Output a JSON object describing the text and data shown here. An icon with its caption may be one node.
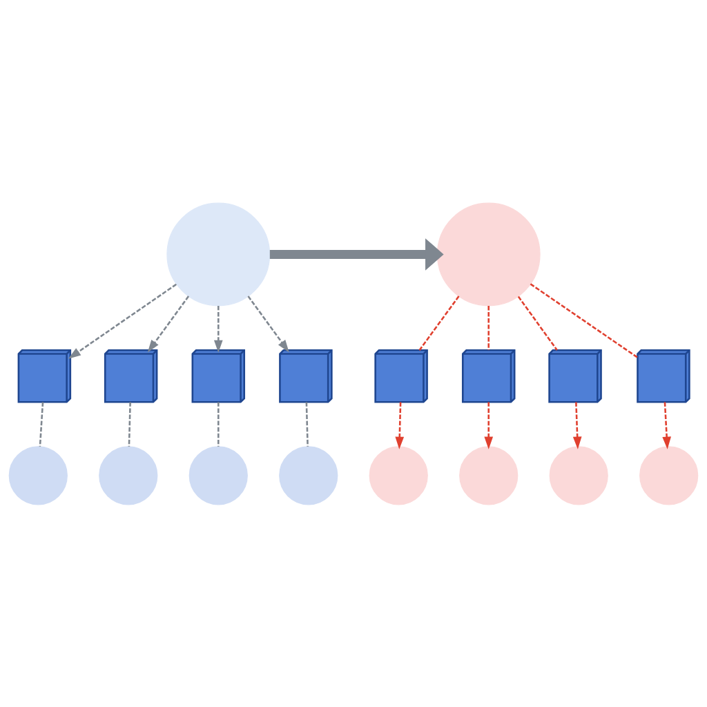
{
  "diagram": {
    "nodes": [
      {
        "text": [],
        "shape": "circle"
      },
      {
        "text": [],
        "shape": "cube"
      },
      {
        "text": [],
        "shape": "cube"
      },
      {
        "text": [],
        "shape": "cube"
      },
      {
        "text": [],
        "shape": "cube"
      },
      {
        "text": [],
        "shape": "person"
      },
      {
        "text": [],
        "shape": "person"
      },
      {
        "text": [],
        "shape": "person"
      },
      {
        "text": [],
        "shape": "person"
      },
      {
        "text": [],
        "shape": "circle"
      },
      {
        "text": [],
        "shape": "cube"
      },
      {
        "text": [],
        "shape": "cube"
      },
      {
        "text": [],
        "shape": "cube"
      },
      {
        "text": [],
        "shape": "cube"
      },
      {
        "text": [],
        "shape": "person"
      },
      {
        "text": [],
        "shape": "person"
      },
      {
        "text": [],
        "shape": "person"
      },
      {
        "text": [],
        "shape": "person"
      }
    ],
    "edges": [
      {
        "from": 0,
        "to": 9,
        "arrow": "to",
        "style": "thick"
      },
      {
        "from": 0,
        "to": 1,
        "arrow": "to",
        "style": "dashed"
      },
      {
        "from": 0,
        "to": 2,
        "arrow": "to",
        "style": "dashed"
      },
      {
        "from": 0,
        "to": 3,
        "arrow": "to",
        "style": "dashed"
      },
      {
        "from": 0,
        "to": 4,
        "arrow": "to",
        "style": "dashed"
      },
      {
        "from": 1,
        "to": 5,
        "arrow": "none",
        "style": "dashed"
      },
      {
        "from": 2,
        "to": 6,
        "arrow": "none",
        "style": "dashed"
      },
      {
        "from": 3,
        "to": 7,
        "arrow": "none",
        "style": "dashed"
      },
      {
        "from": 4,
        "to": 8,
        "arrow": "none",
        "style": "dashed"
      },
      {
        "from": 9,
        "to": 10,
        "arrow": "none",
        "style": "dashed",
        "color": "#e0402f"
      },
      {
        "from": 9,
        "to": 11,
        "arrow": "none",
        "style": "dashed",
        "color": "#e0402f"
      },
      {
        "from": 9,
        "to": 12,
        "arrow": "none",
        "style": "dashed",
        "color": "#e0402f"
      },
      {
        "from": 9,
        "to": 13,
        "arrow": "none",
        "style": "dashed",
        "color": "#e0402f"
      },
      {
        "from": 10,
        "to": 14,
        "arrow": "to",
        "style": "dashed",
        "color": "#e0402f"
      },
      {
        "from": 11,
        "to": 15,
        "arrow": "to",
        "style": "dashed",
        "color": "#e0402f"
      },
      {
        "from": 12,
        "to": 16,
        "arrow": "to",
        "style": "dashed",
        "color": "#e0402f"
      },
      {
        "from": 13,
        "to": 17,
        "arrow": "to",
        "style": "dashed",
        "color": "#e0402f"
      }
    ]
  }
}
